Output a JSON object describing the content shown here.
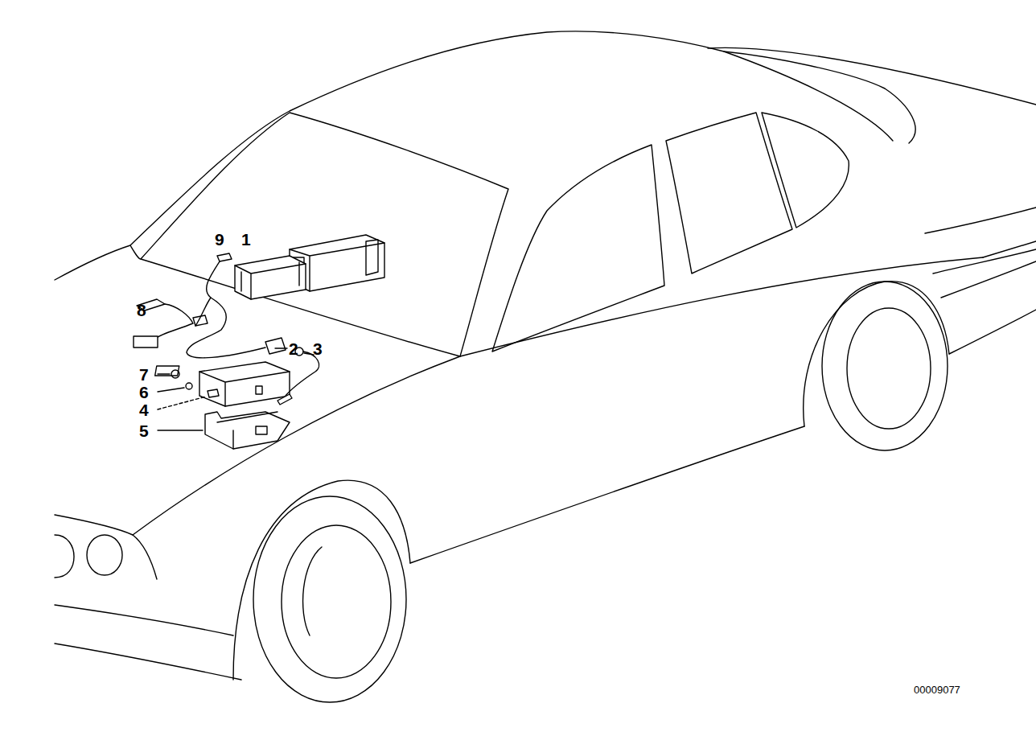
{
  "diagram": {
    "labels": [
      "9",
      "1",
      "8",
      "2",
      "3",
      "7",
      "6",
      "4",
      "5",
      "00009077"
    ]
  }
}
